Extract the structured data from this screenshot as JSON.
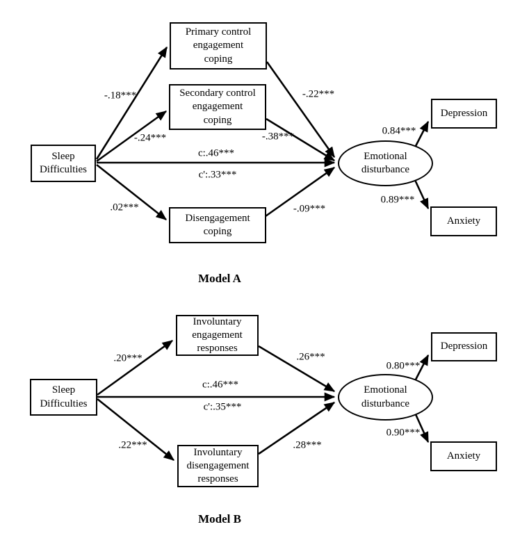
{
  "figure": {
    "background_color": "#ffffff",
    "line_color": "#000000"
  },
  "models": [
    {
      "title": "Model A",
      "nodes": {
        "predictor": "Sleep\nDifficulties",
        "mediator1": "Primary control\nengagement\ncoping",
        "mediator2": "Secondary control\nengagement\ncoping",
        "mediator3": "Disengagement\ncoping",
        "latent": "Emotional\ndisturbance",
        "outcome1": "Depression",
        "outcome2": "Anxiety"
      },
      "coefficients": {
        "a1": "-.18***",
        "a2": "-.24***",
        "a3": ".02***",
        "b1": "-.22***",
        "b2": "-.38***",
        "b3": "-.09***",
        "c_total": "c:.46***",
        "c_direct": "c':.33***",
        "loading_depression": "0.84***",
        "loading_anxiety": "0.89***"
      }
    },
    {
      "title": "Model B",
      "nodes": {
        "predictor": "Sleep\nDifficulties",
        "mediator1": "Involuntary\nengagement\nresponses",
        "mediator2": "Involuntary\ndisengagement\nresponses",
        "latent": "Emotional\ndisturbance",
        "outcome1": "Depression",
        "outcome2": "Anxiety"
      },
      "coefficients": {
        "a1": ".20***",
        "a2": ".22***",
        "b1": ".26***",
        "b2": ".28***",
        "c_total": "c:.46***",
        "c_direct": "c':.35***",
        "loading_depression": "0.80***",
        "loading_anxiety": "0.90***"
      }
    }
  ]
}
